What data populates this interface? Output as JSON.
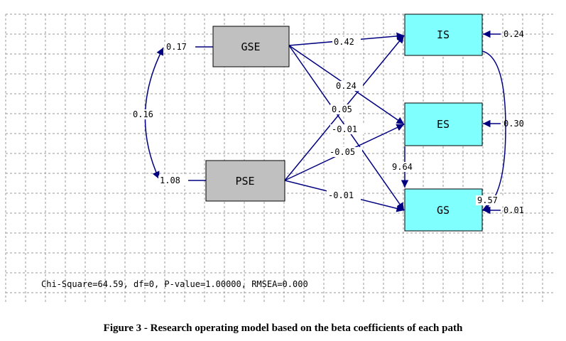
{
  "colors": {
    "latent_fill": "#c0c0c0",
    "outcome_fill": "#80ffff",
    "arrow": "#000080",
    "grid": "#9a9a9a",
    "text": "#000000"
  },
  "nodes": {
    "gse": "GSE",
    "pse": "PSE",
    "is": "IS",
    "es": "ES",
    "gs": "GS"
  },
  "labels": {
    "gse_var": "0.17",
    "pse_var": "1.08",
    "cov": "0.16",
    "gse_is": "0.42",
    "gse_es": "0.24",
    "gse_gs": "0.05",
    "pse_is": "-0.01",
    "pse_es": "-0.05",
    "pse_gs": "-0.01",
    "es_gs": "9.64",
    "is_gs": "9.57",
    "is_err": "0.24",
    "es_err": "0.30",
    "gs_err": "0.01"
  },
  "fit_stats": "Chi-Square=64.59, df=0, P-value=1.00000, RMSEA=0.000",
  "caption": "Figure 3 - Research operating model based on the beta coefficients of each path"
}
